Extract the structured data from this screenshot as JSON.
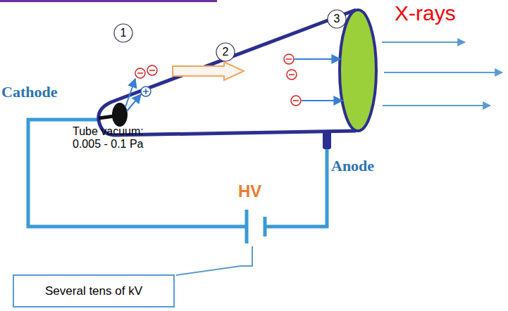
{
  "diagram": {
    "nodes": [
      {
        "text": [
          "1"
        ]
      },
      {
        "text": [
          "2"
        ]
      },
      {
        "text": [
          "3"
        ]
      },
      {
        "text": [
          "Several tens of kV"
        ]
      }
    ],
    "labels": [
      "X-rays",
      "Cathode",
      "Tube vacuum: 0.005 - 0.1 Pa",
      "HV",
      "Anode"
    ]
  }
}
